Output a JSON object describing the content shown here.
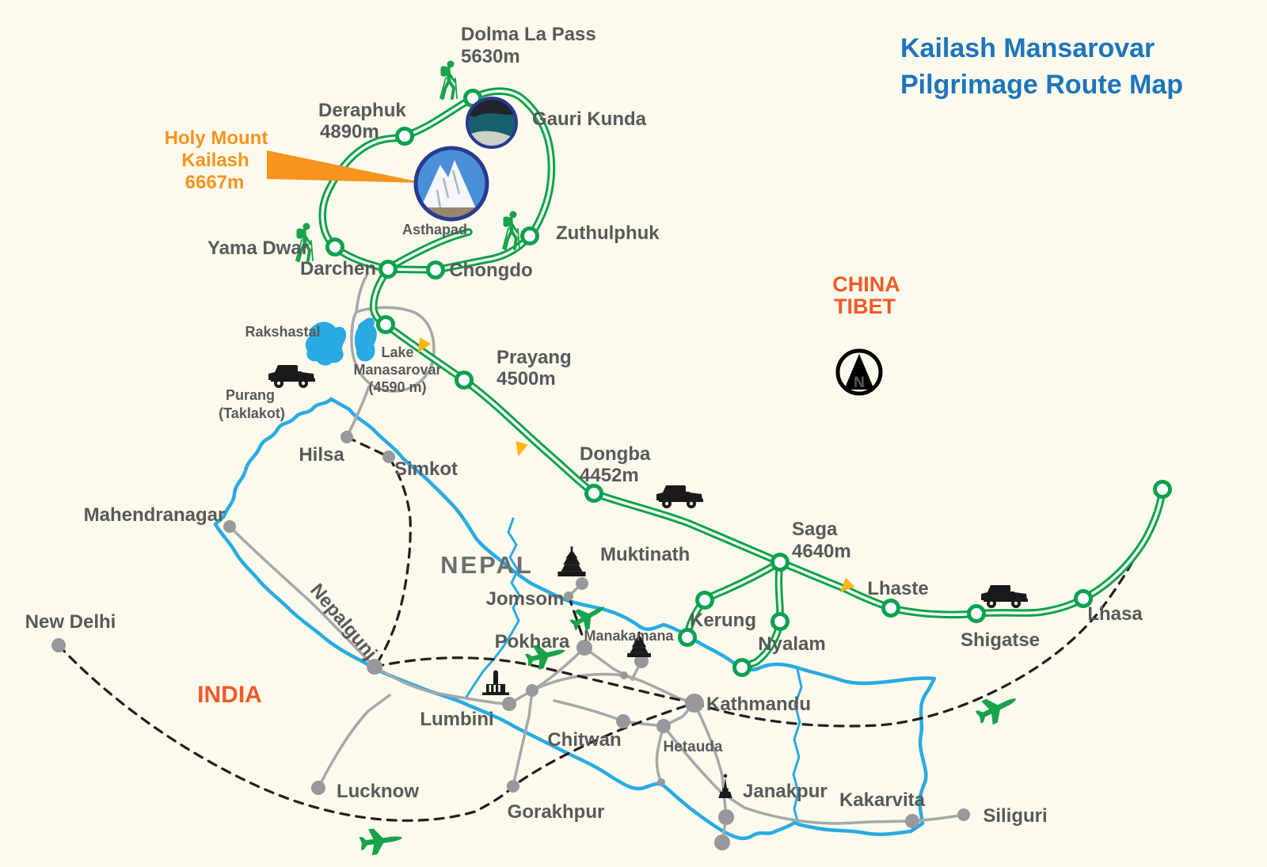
{
  "title": {
    "line1": "Kailash Mansarovar",
    "line2": "Pilgrimage Route Map"
  },
  "regions": {
    "china": "CHINA",
    "tibet": "TIBET",
    "nepal": "NEPAL",
    "india": "INDIA"
  },
  "kailash_callout": {
    "line1": "Holy Mount",
    "line2": "Kailash",
    "elevation": "6667m"
  },
  "trek": {
    "dolma_la_pass": {
      "name": "Dolma La Pass",
      "elevation": "5630m"
    },
    "deraphuk": {
      "name": "Deraphuk",
      "elevation": "4890m"
    },
    "gauri_kunda": {
      "name": "Gauri Kunda"
    },
    "asthapad": {
      "name": "Asthapad"
    },
    "yama_dwar": {
      "name": "Yama Dwar"
    },
    "darchen": {
      "name": "Darchen"
    },
    "chongdo": {
      "name": "Chongdo"
    },
    "zuthulphuk": {
      "name": "Zuthulphuk"
    }
  },
  "tibet_route": {
    "prayang": {
      "name": "Prayang",
      "elevation": "4500m"
    },
    "dongba": {
      "name": "Dongba",
      "elevation": "4452m"
    },
    "saga": {
      "name": "Saga",
      "elevation": "4640m"
    },
    "lhaste": {
      "name": "Lhaste"
    },
    "shigatse": {
      "name": "Shigatse"
    },
    "lhasa": {
      "name": "Lhasa"
    },
    "kerung": {
      "name": "Kerung"
    },
    "nyalam": {
      "name": "Nyalam"
    }
  },
  "lakes": {
    "rakshastal": {
      "name": "Rakshastal"
    },
    "manasarovar": {
      "line1": "Lake",
      "line2": "Manasarovar",
      "line3": "(4590 m)"
    }
  },
  "places": {
    "purang": {
      "line1": "Purang",
      "line2": "(Taklakot)"
    },
    "hilsa": {
      "name": "Hilsa"
    },
    "simkot": {
      "name": "Simkot"
    },
    "mahendranagar": {
      "name": "Mahendranagar"
    },
    "nepalgunj": {
      "name": "Nepalgunj"
    },
    "new_delhi": {
      "name": "New Delhi"
    },
    "lucknow": {
      "name": "Lucknow"
    },
    "gorakhpur": {
      "name": "Gorakhpur"
    },
    "muktinath": {
      "name": "Muktinath"
    },
    "jomsom": {
      "name": "Jomsom"
    },
    "pokhara": {
      "name": "Pokhara"
    },
    "manakamana": {
      "name": "Manakamana"
    },
    "lumbini": {
      "name": "Lumbini"
    },
    "chitwan": {
      "name": "Chitwan"
    },
    "hetauda": {
      "name": "Hetauda"
    },
    "kathmandu": {
      "name": "Kathmandu"
    },
    "janakpur": {
      "name": "Janakpur"
    },
    "kakarvita": {
      "name": "Kakarvita"
    },
    "siliguri": {
      "name": "Siliguri"
    }
  },
  "compass": {
    "letter": "N"
  },
  "icons": {
    "hiker": "trekker-icon",
    "jeep": "jeep-icon",
    "airplane": "airplane-icon",
    "temple": "temple-icon",
    "monument": "monument-icon",
    "spire": "shrine-icon",
    "compass": "north-compass-icon",
    "direction_arrow": "route-direction-arrow"
  },
  "colors": {
    "background": "#FCFAEC",
    "title_blue": "#1C75BC",
    "route_green": "#0AA14E",
    "border_blue": "#29ABE2",
    "label_gray": "#58595B",
    "callout_orange": "#F7941D",
    "region_orange": "#F15A29",
    "road_gray": "#A6A8AB",
    "dot_gray": "#96989B",
    "arrow_yellow": "#FDB714"
  }
}
